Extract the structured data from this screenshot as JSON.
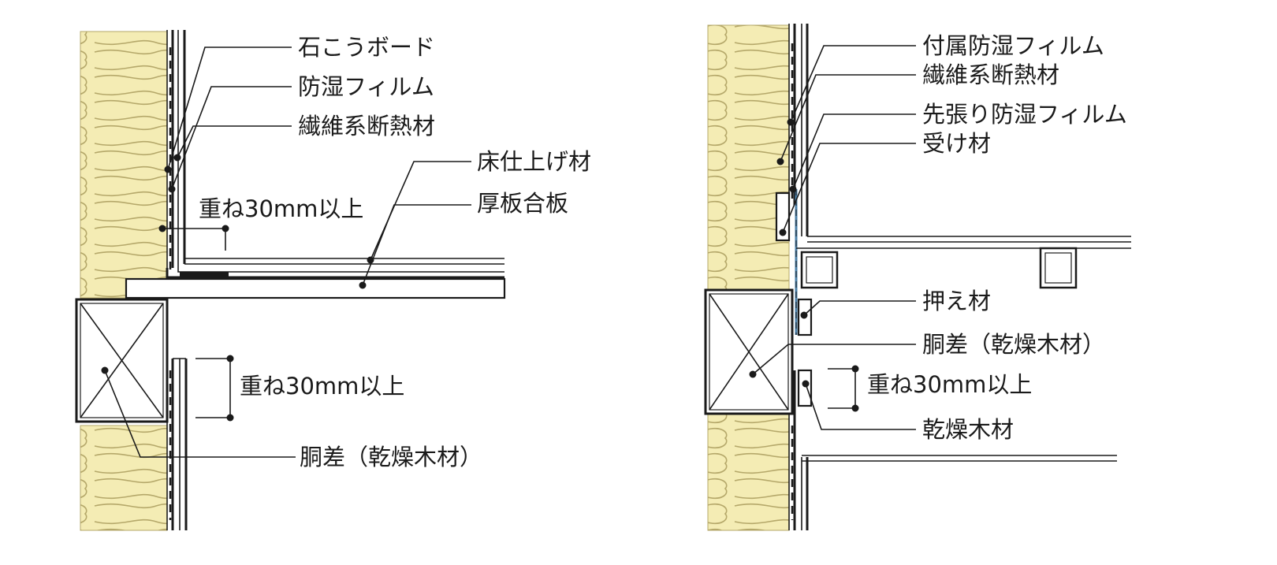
{
  "colors": {
    "insulation_fill": "#f4ecb4",
    "insulation_stroke": "#b5a86a",
    "line": "#1a1a1a",
    "vapor_film_accent": "#4a7fa8"
  },
  "left_detail": {
    "labels": {
      "gypsum_board": "石こうボード",
      "vapor_film": "防湿フィルム",
      "fiber_insulation": "繊維系断熱材",
      "floor_finish": "床仕上げ材",
      "thick_plywood": "厚板合板",
      "overlap_upper": "重ね30mm以上",
      "overlap_lower": "重ね30mm以上",
      "girth_beam": "胴差（乾燥木材）"
    }
  },
  "right_detail": {
    "labels": {
      "attached_film": "付属防湿フィルム",
      "fiber_insulation": "繊維系断熱材",
      "pre_applied_film": "先張り防湿フィルム",
      "receiving_member": "受け材",
      "holding_member": "押え材",
      "girth_beam": "胴差（乾燥木材）",
      "overlap": "重ね30mm以上",
      "dry_lumber": "乾燥木材"
    }
  },
  "icons": [
    "insulation-batt-pattern",
    "timber-cross-section-icon",
    "leader-dot-marker"
  ]
}
